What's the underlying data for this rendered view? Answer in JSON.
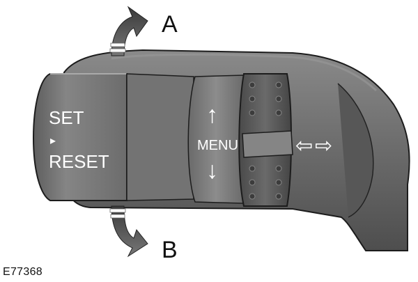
{
  "labels": {
    "direction_up": "A",
    "direction_down": "B"
  },
  "end_button": {
    "line1": "SET",
    "line2": "RESET",
    "marker": "▸"
  },
  "thumbwheel": {
    "label": "MENU",
    "up_arrow": "↑",
    "down_arrow": "↓"
  },
  "side_arrows": {
    "left": "⇦",
    "right": "⇨"
  },
  "reference_code": "E77368",
  "colors": {
    "stalk": "#6f6f6f",
    "stalk_dark": "#4a4a4a",
    "cap": "#7d7d7d",
    "wheel": "#595959",
    "text": "#ffffff",
    "label": "#111111"
  }
}
